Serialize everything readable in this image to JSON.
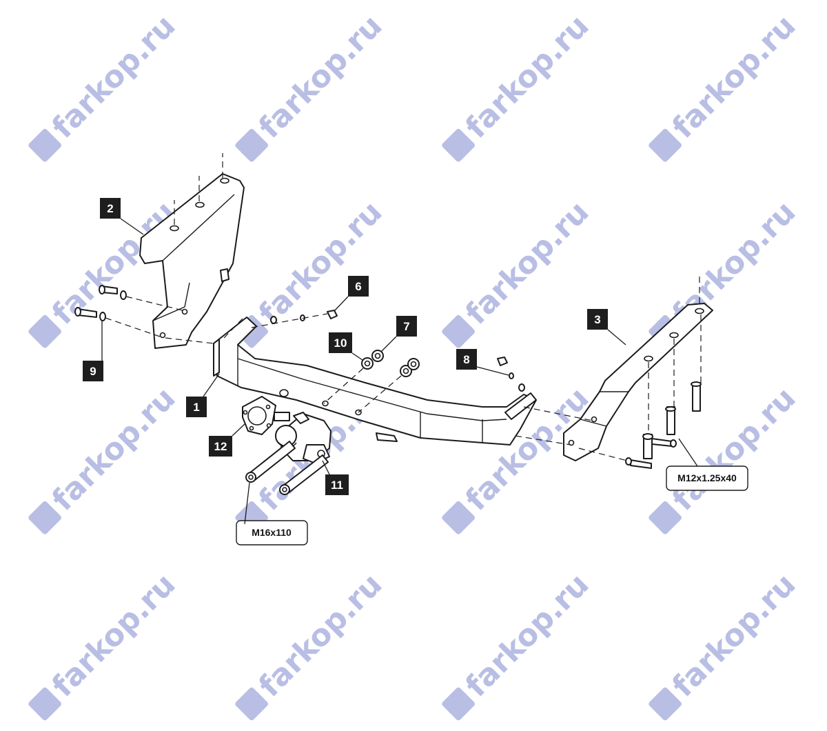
{
  "watermark": {
    "text": "farkop.ru",
    "icon": "car-badge-icon",
    "color": "#b9bee4"
  },
  "callouts": {
    "c1": "1",
    "c2": "2",
    "c3": "3",
    "c6": "6",
    "c7": "7",
    "c8": "8",
    "c9": "9",
    "c10": "10",
    "c11": "11",
    "c12": "12"
  },
  "specs": {
    "bolt_m16": "M16x110",
    "bolt_m12": "M12x1.25x40"
  }
}
